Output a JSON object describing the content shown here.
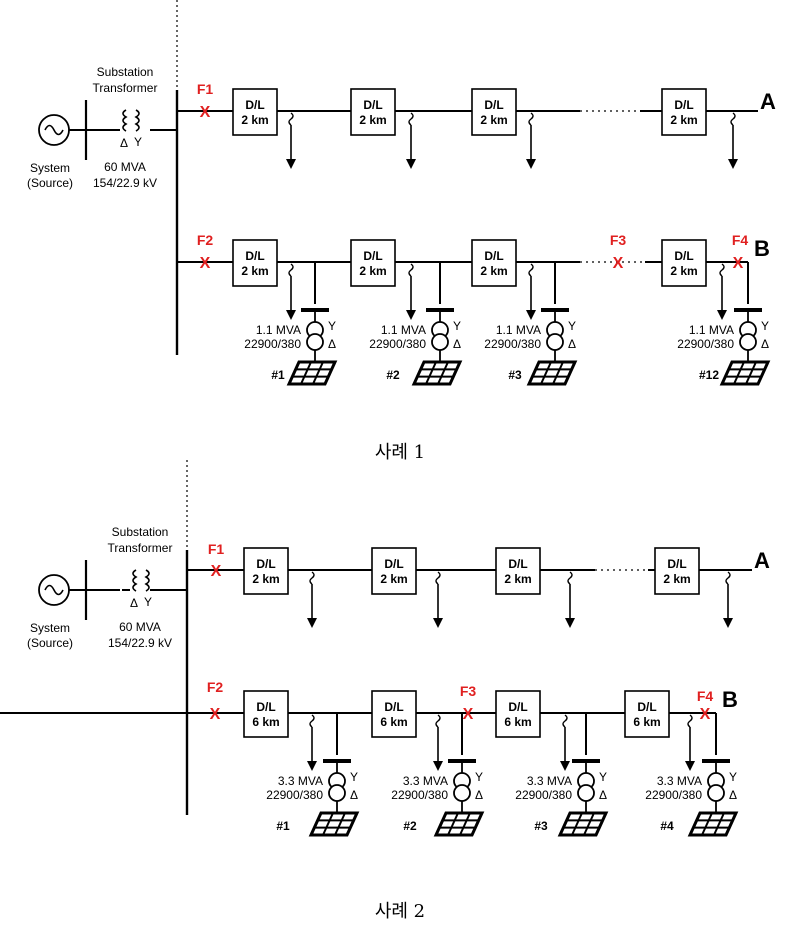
{
  "case1": {
    "caption": "사례 1",
    "system_label": [
      "System",
      "(Source)"
    ],
    "substation_label": [
      "Substation",
      "Transformer"
    ],
    "transformer_rating": [
      "60 MVA",
      "154/22.9 kV"
    ],
    "feeder_a_end": "A",
    "feeder_b_end": "B",
    "line_segments_a": [
      [
        "D/L",
        "2 km"
      ],
      [
        "D/L",
        "2 km"
      ],
      [
        "D/L",
        "2 km"
      ],
      [
        "D/L",
        "2 km"
      ]
    ],
    "line_segments_b": [
      [
        "D/L",
        "2 km"
      ],
      [
        "D/L",
        "2 km"
      ],
      [
        "D/L",
        "2 km"
      ],
      [
        "D/L",
        "2 km"
      ]
    ],
    "faults": [
      "F1",
      "F2",
      "F3",
      "F4"
    ],
    "pv_rating": [
      "1.1 MVA",
      "22900/380"
    ],
    "pv_ids": [
      "#1",
      "#2",
      "#3",
      "#12"
    ]
  },
  "case2": {
    "caption": "사례 2",
    "system_label": [
      "System",
      "(Source)"
    ],
    "substation_label": [
      "Substation",
      "Transformer"
    ],
    "transformer_rating": [
      "60 MVA",
      "154/22.9 kV"
    ],
    "feeder_a_end": "A",
    "feeder_b_end": "B",
    "line_segments_a": [
      [
        "D/L",
        "2 km"
      ],
      [
        "D/L",
        "2 km"
      ],
      [
        "D/L",
        "2 km"
      ],
      [
        "D/L",
        "2 km"
      ]
    ],
    "line_segments_b": [
      [
        "D/L",
        "6 km"
      ],
      [
        "D/L",
        "6 km"
      ],
      [
        "D/L",
        "6 km"
      ],
      [
        "D/L",
        "6 km"
      ]
    ],
    "faults": [
      "F1",
      "F2",
      "F3",
      "F4"
    ],
    "pv_rating": [
      "3.3 MVA",
      "22900/380"
    ],
    "pv_ids": [
      "#1",
      "#2",
      "#3",
      "#4"
    ]
  },
  "symbols": {
    "fault_mark": "X",
    "delta": "Δ",
    "wye": "Y"
  }
}
